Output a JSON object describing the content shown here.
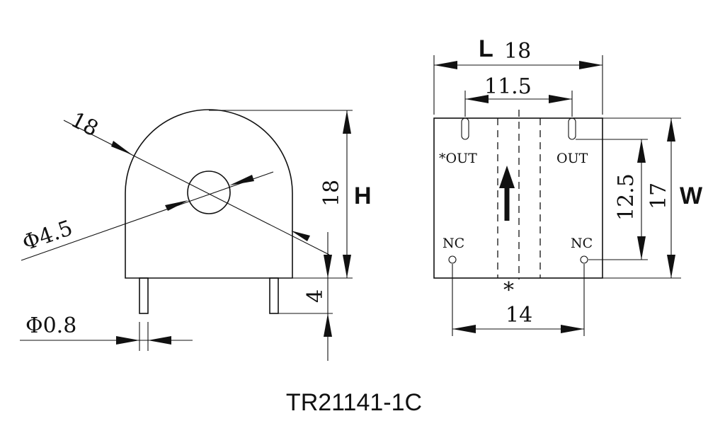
{
  "side_view": {
    "diameter_outer": "18",
    "hole_diameter": "Φ4.5",
    "height_value": "18",
    "height_symbol": "H",
    "pin_length": "4",
    "pin_diameter": "Φ0.8"
  },
  "top_view": {
    "length_symbol": "L",
    "length_value": "18",
    "pin_spacing_top": "11.5",
    "pin_spacing_bottom": "14",
    "inner_height": "12.5",
    "width_value": "17",
    "width_symbol": "W",
    "pin_out_left": "*OUT",
    "pin_out_right": "OUT",
    "pin_nc_left": "NC",
    "pin_nc_right": "NC",
    "polarity_mark": "*"
  },
  "model_name": "TR21141-1C"
}
